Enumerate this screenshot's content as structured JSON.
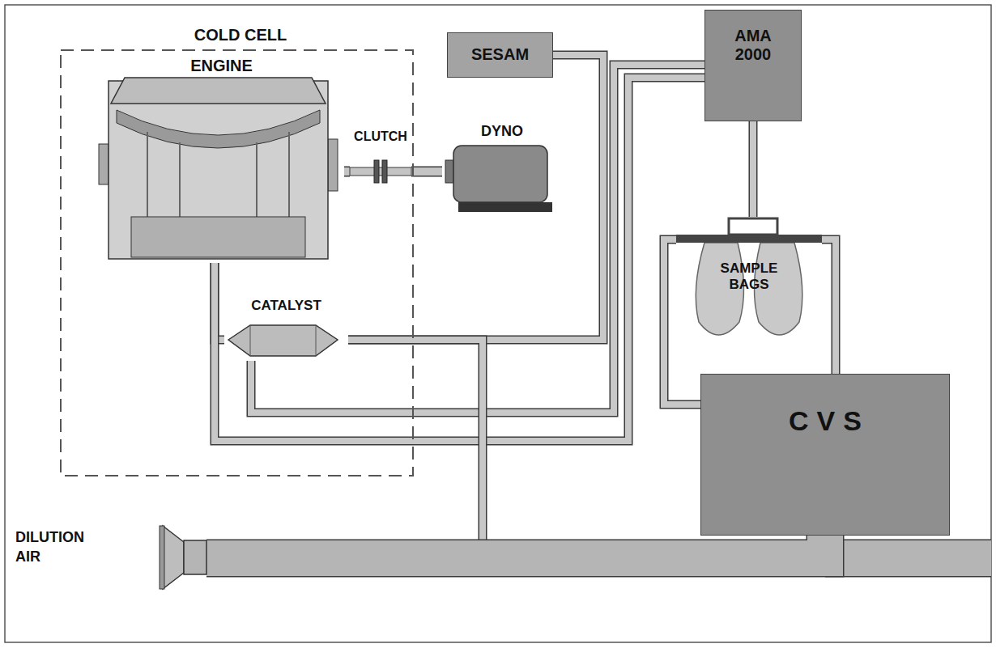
{
  "diagram": {
    "nodes": [
      {
        "text": [
          "COLD CELL"
        ]
      },
      {
        "text": [
          "ENGINE"
        ],
        "in": 0
      },
      {
        "text": [
          "CLUTCH"
        ],
        "in": 0
      },
      {
        "text": [
          "CATALYST"
        ],
        "in": 0
      },
      {
        "text": [
          "DYNO"
        ]
      },
      {
        "text": [
          "SESAM"
        ]
      },
      {
        "text": [
          "AMA 2000"
        ]
      },
      {
        "text": [
          "SAMPLE BAGS"
        ]
      },
      {
        "text": [
          "CVS"
        ]
      },
      {
        "text": [
          "DILUTION AIR"
        ]
      }
    ],
    "edges": [
      {
        "from": 1,
        "to": 2,
        "arrow": "none"
      },
      {
        "from": 2,
        "to": 4,
        "arrow": "none"
      },
      {
        "from": 1,
        "to": 3,
        "arrow": "none"
      },
      {
        "from": 3,
        "to": 5,
        "arrow": "none"
      },
      {
        "from": 3,
        "to": 6,
        "arrow": "none"
      },
      {
        "from": 1,
        "to": 6,
        "arrow": "none"
      },
      {
        "from": 3,
        "to": 8,
        "arrow": "none"
      },
      {
        "from": 6,
        "to": 7,
        "arrow": "none"
      },
      {
        "from": 7,
        "to": 8,
        "arrow": "none"
      },
      {
        "from": 9,
        "to": 8,
        "arrow": "none"
      }
    ]
  }
}
